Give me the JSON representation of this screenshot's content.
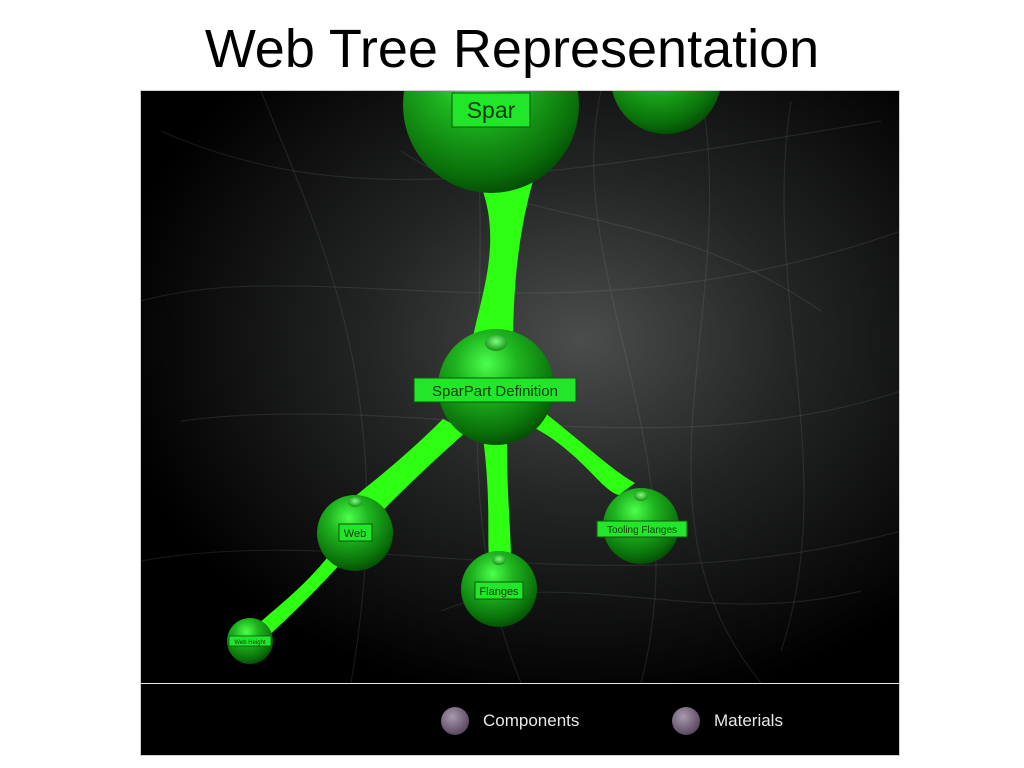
{
  "page": {
    "title": "Web Tree Representation"
  },
  "tree": {
    "nodes": {
      "spar": "Spar",
      "definition": "SparPart Definition",
      "web": "Web",
      "flanges": "Flanges",
      "tooling": "Tooling Flanges",
      "web_height": "Web Height"
    },
    "node_color": "#00b800",
    "link_color": "#2eff12",
    "label_color": "#22e62a"
  },
  "legend": {
    "components": "Components",
    "materials": "Materials"
  }
}
